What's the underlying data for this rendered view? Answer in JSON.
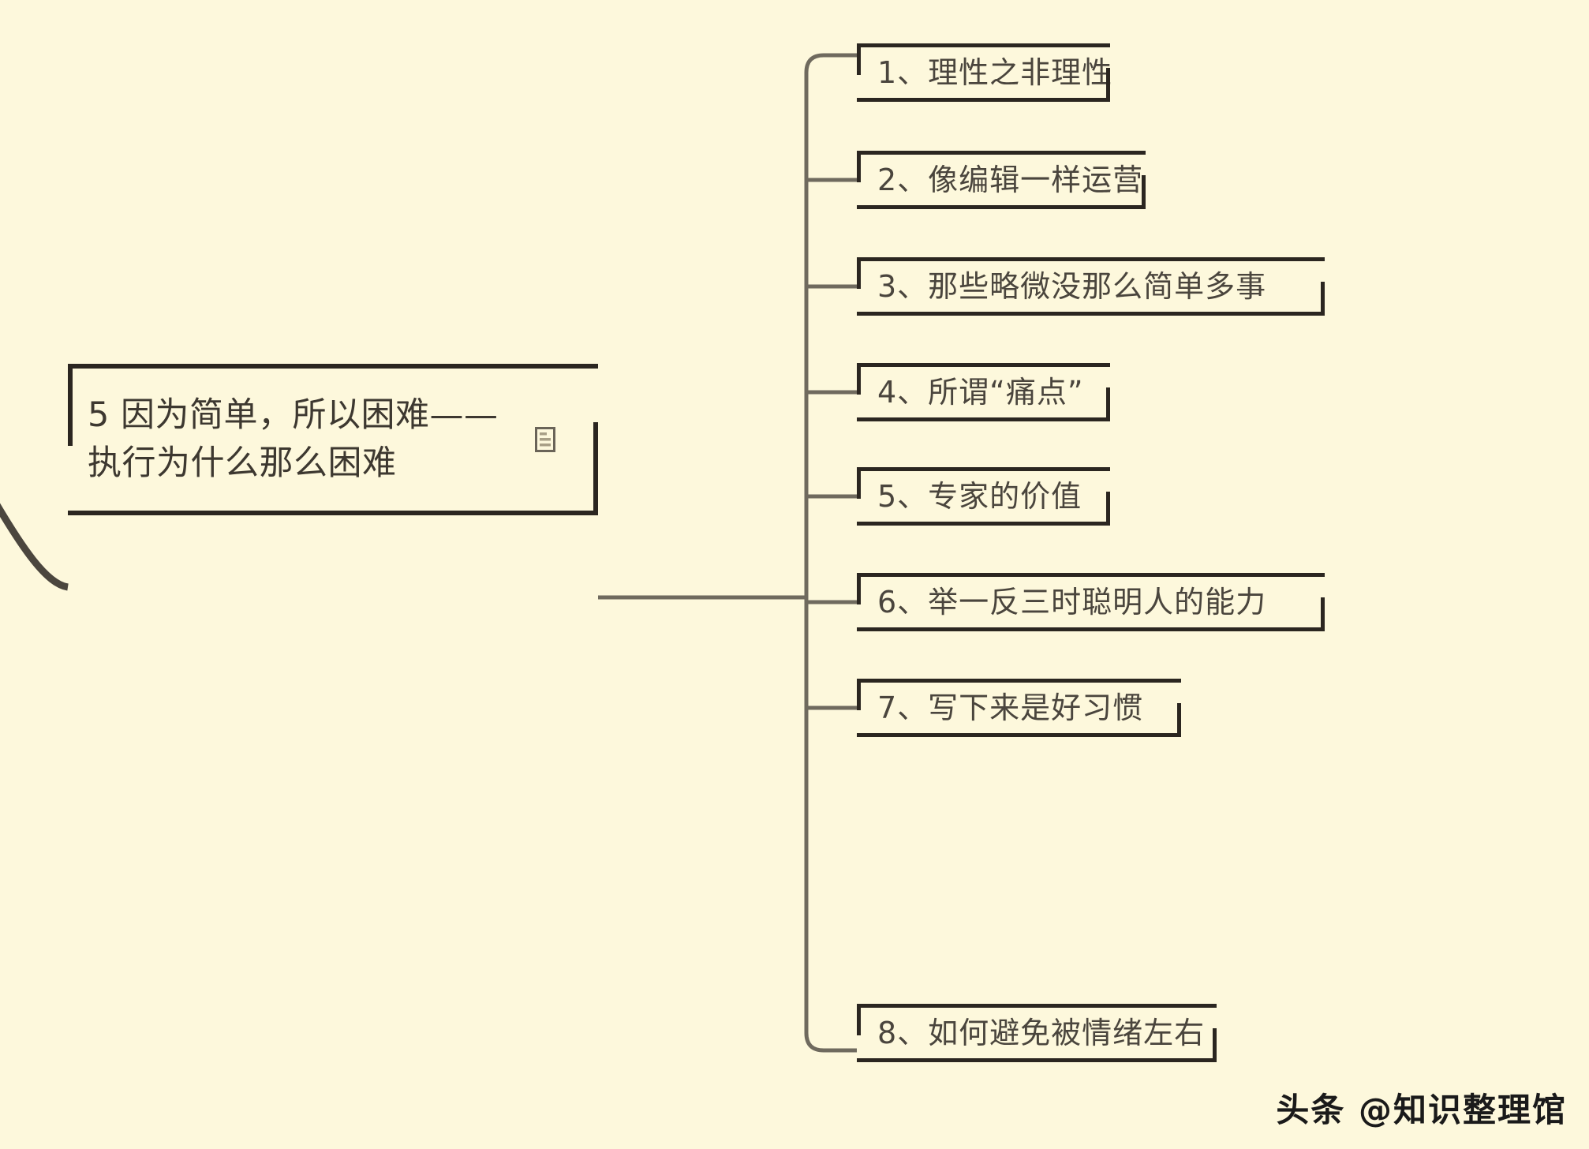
{
  "canvas": {
    "background_color": "#fdf8dc",
    "line_color": "#6f6a5e",
    "node_border_color": "#2b2620",
    "text_color": "#4a453d"
  },
  "root": {
    "label": "5 因为简单，所以困难——\n执行为什么那么困难",
    "note_icon": "note-document-icon",
    "has_incoming_edge": true
  },
  "branches": [
    {
      "index": "1",
      "label": "1、理性之非理性"
    },
    {
      "index": "2",
      "label": "2、像编辑一样运营"
    },
    {
      "index": "3",
      "label": "3、那些略微没那么简单多事"
    },
    {
      "index": "4",
      "label": "4、所谓“痛点”"
    },
    {
      "index": "5",
      "label": "5、专家的价值"
    },
    {
      "index": "6",
      "label": "6、举一反三时聪明人的能力"
    },
    {
      "index": "7",
      "label": "7、写下来是好习惯"
    },
    {
      "index": "8",
      "label": "8、如何避免被情绪左右"
    }
  ],
  "watermark": {
    "text": "头条 @知识整理馆"
  }
}
